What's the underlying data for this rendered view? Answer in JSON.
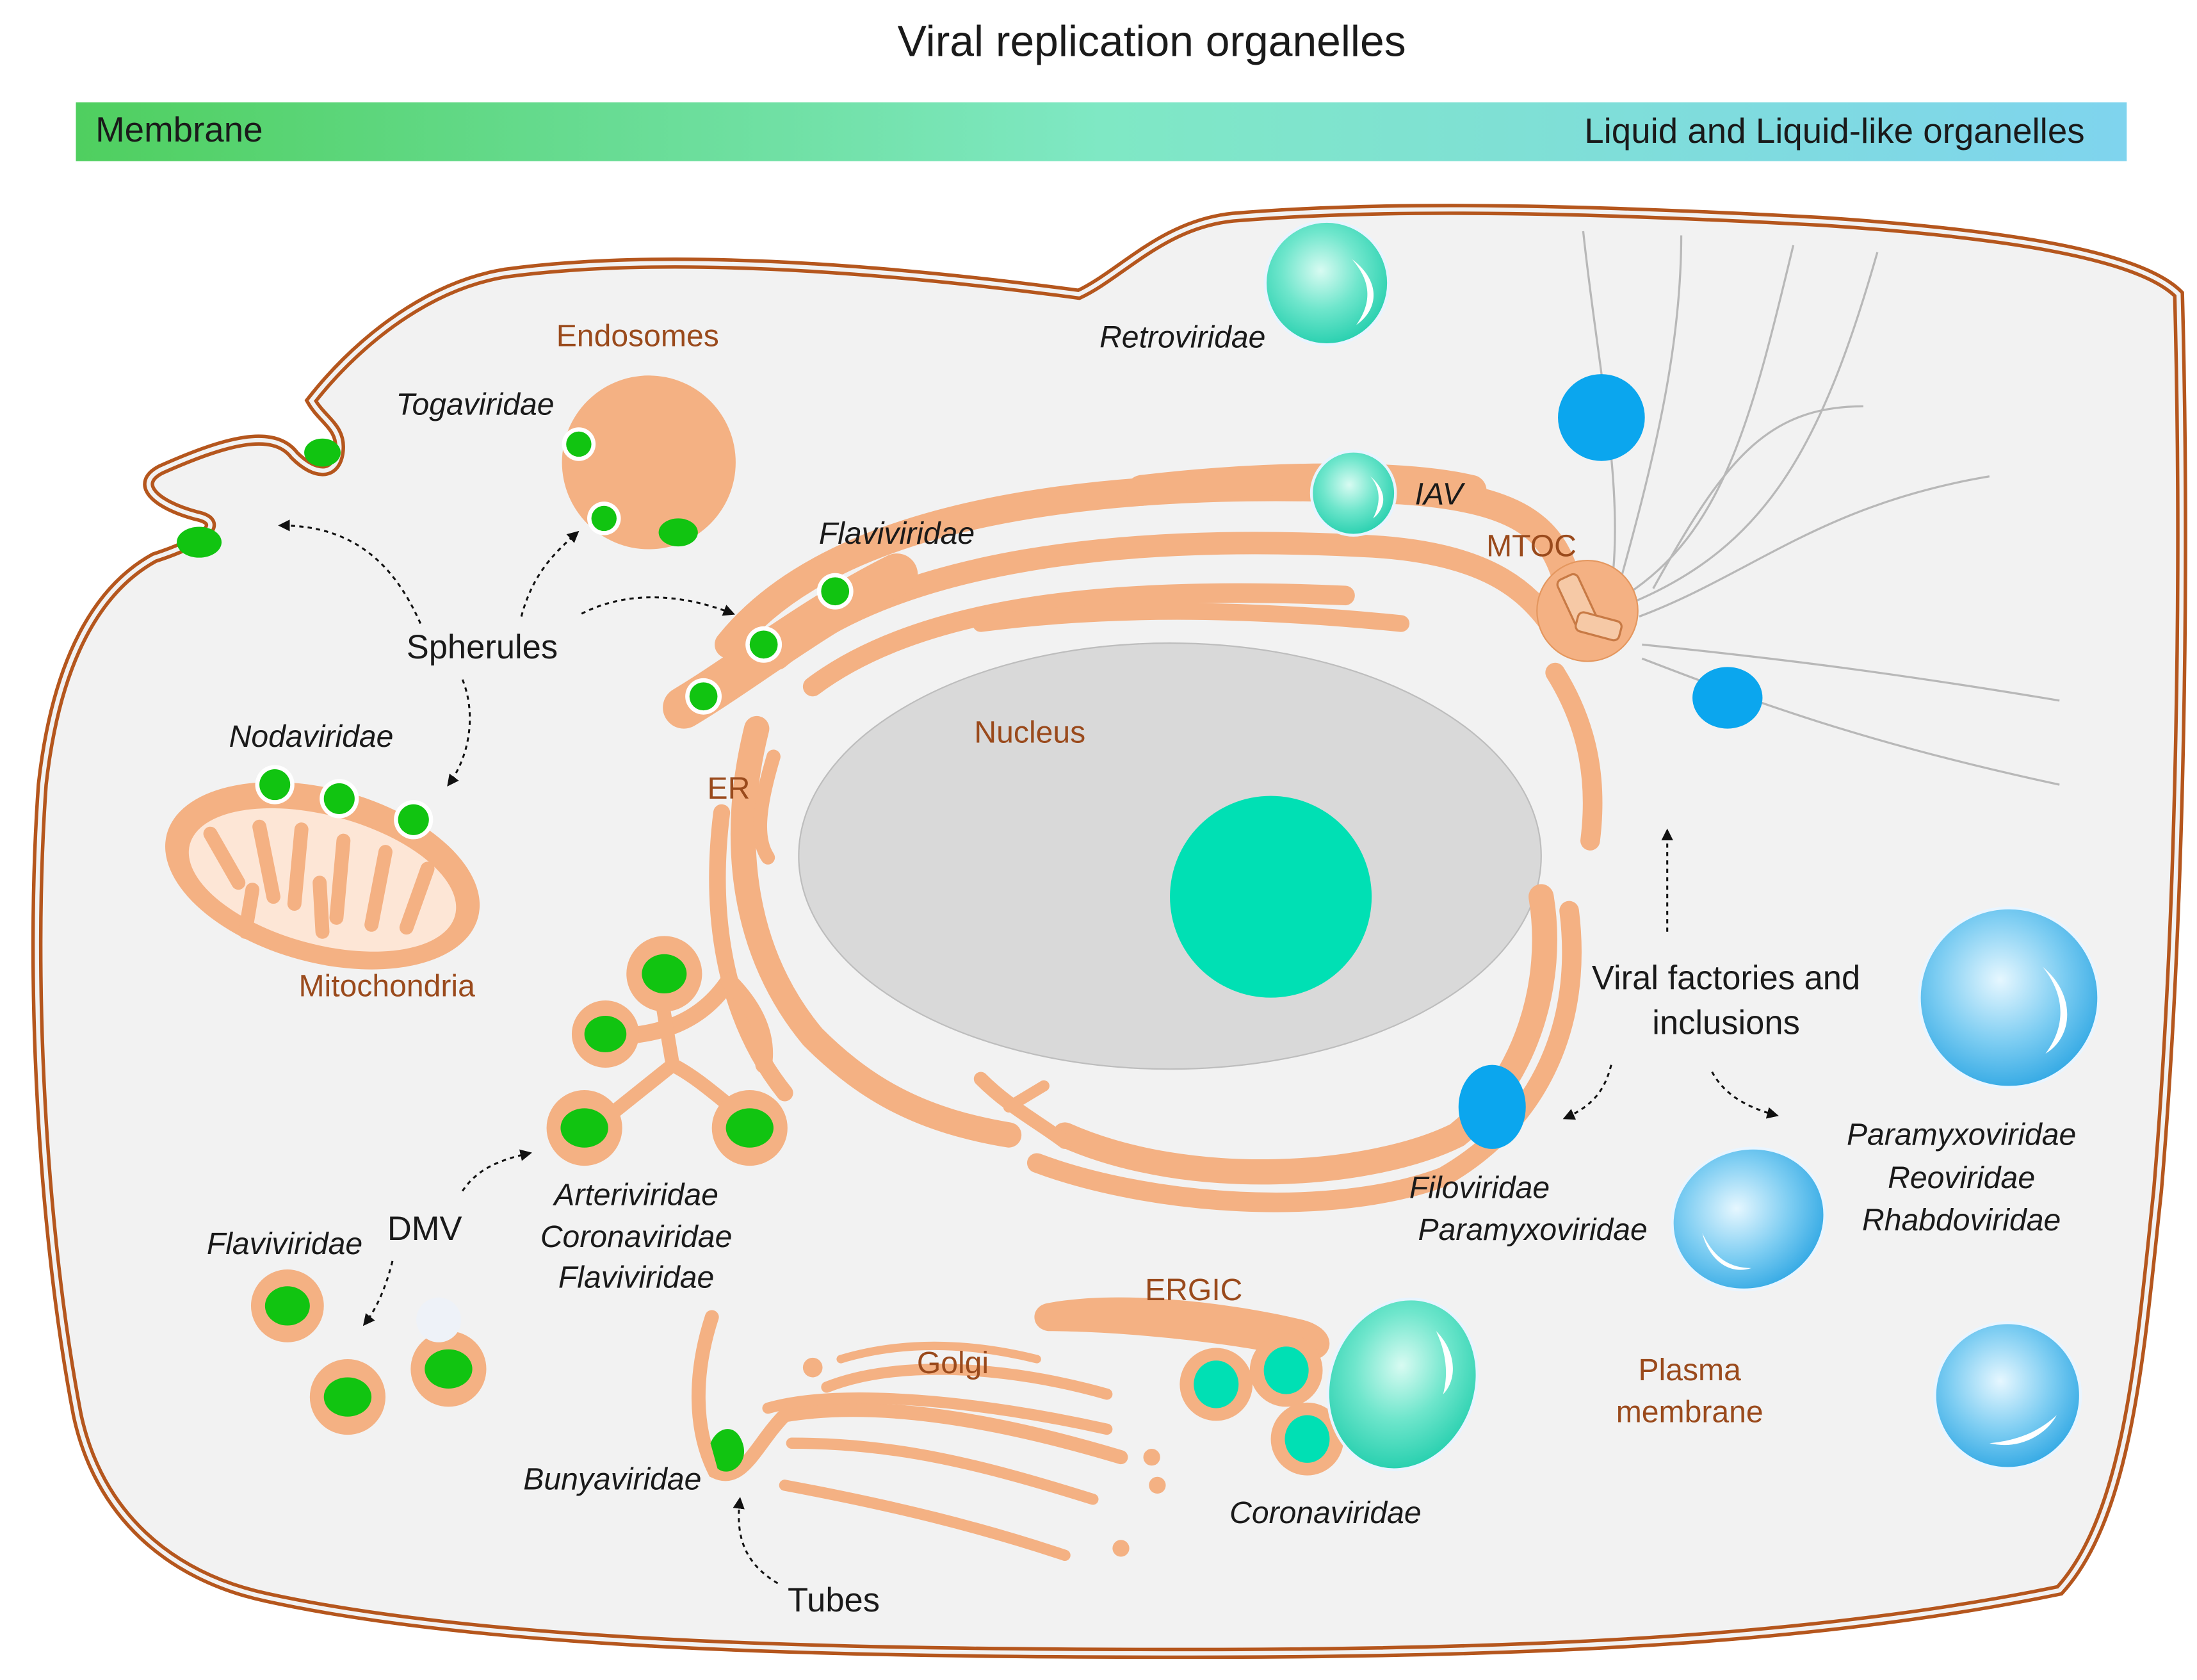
{
  "title": "Viral replication organelles",
  "gradient_bar": {
    "left_label": "Membrane",
    "right_label": "Liquid and Liquid-like organelles",
    "color_left": "#4fcf5f",
    "color_mid": "#7fe8c4",
    "color_right": "#7fd4ee"
  },
  "colors": {
    "cell_membrane": "#b5561d",
    "cytoplasm": "#f2f2f2",
    "organelle": "#f4b183",
    "virus_green": "#11c411",
    "nucleolus": "#00e0b4",
    "nucleus": "#d9d9d9",
    "droplet_blue": "#35b0ea",
    "inclusion_blue": "#0ba6ee"
  },
  "organelles": {
    "endosomes": "Endosomes",
    "er": "ER",
    "nucleus": "Nucleus",
    "mtoc": "MTOC",
    "mitochondria": "Mitochondria",
    "ergic": "ERGIC",
    "golgi": "Golgi",
    "plasma_membrane_line1": "Plasma",
    "plasma_membrane_line2": "membrane"
  },
  "structures": {
    "spherules": "Spherules",
    "dmv": "DMV",
    "tubes": "Tubes",
    "viral_factories_line1": "Viral factories and",
    "viral_factories_line2": "inclusions"
  },
  "viruses": {
    "togaviridae": "Togaviridae",
    "retroviridae": "Retroviridae",
    "iav": "IAV",
    "flaviviridae_er": "Flaviviridae",
    "nodaviridae": "Nodaviridae",
    "arteriviridae": "Arteriviridae",
    "coronaviridae_dmv": "Coronaviridae",
    "flaviviridae_dmv_cluster": "Flaviviridae",
    "flaviviridae_dmv": "Flaviviridae",
    "bunyaviridae": "Bunyaviridae",
    "coronaviridae_ergic": "Coronaviridae",
    "filoviridae": "Filoviridae",
    "paramyxoviridae_filo": "Paramyxoviridae",
    "paramyxoviridae": "Paramyxoviridae",
    "reoviridae": "Reoviridae",
    "rhabdoviridae": "Rhabdoviridae"
  }
}
